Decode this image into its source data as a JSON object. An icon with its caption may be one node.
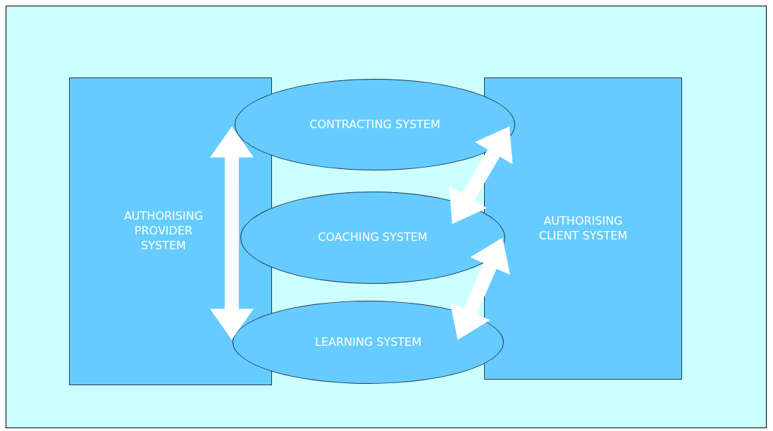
{
  "diagram": {
    "nodes": [
      {
        "text": [
          "AUTHORISING PROVIDER SYSTEM"
        ]
      },
      {
        "text": [
          "AUTHORISING CLIENT SYSTEM"
        ]
      },
      {
        "text": [
          "CONTRACTING SYSTEM"
        ]
      },
      {
        "text": [
          "COACHING SYSTEM"
        ]
      },
      {
        "text": [
          "LEARNING SYSTEM"
        ]
      }
    ],
    "edges": [
      {
        "from": 2,
        "to": 4,
        "arrow": "both"
      },
      {
        "from": 2,
        "to": 3,
        "arrow": "both"
      },
      {
        "from": 3,
        "to": 4,
        "arrow": "both"
      }
    ]
  }
}
